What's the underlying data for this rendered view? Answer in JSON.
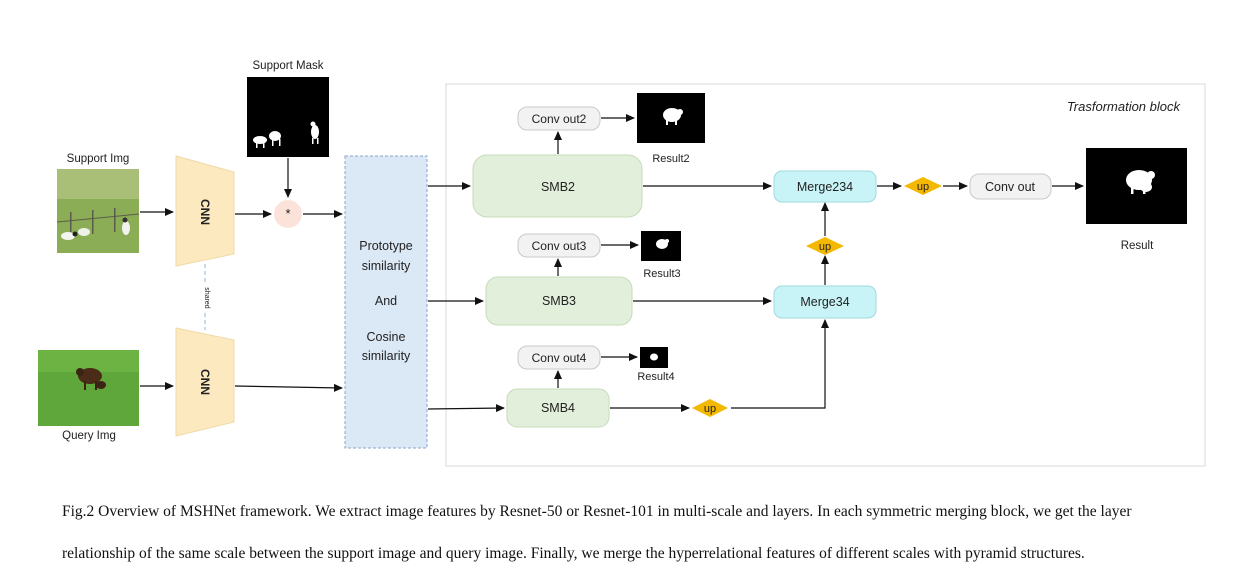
{
  "labels": {
    "support_mask": "Support Mask",
    "support_img": "Support Img",
    "query_img": "Query Img",
    "cnn_top": "CNN",
    "cnn_bottom": "CNN",
    "shared": "shared",
    "multiply": "*",
    "sim_line1": "Prototype",
    "sim_line2": "similarity",
    "sim_line3": "And",
    "sim_line4": "Cosine",
    "sim_line5": "similarity",
    "transformation_block": "Trasformation block",
    "smb2": "SMB2",
    "smb3": "SMB3",
    "smb4": "SMB4",
    "conv_out2": "Conv out2",
    "conv_out3": "Conv out3",
    "conv_out4": "Conv out4",
    "result2": "Result2",
    "result3": "Result3",
    "result4": "Result4",
    "merge234": "Merge234",
    "merge34": "Merge34",
    "up1": "up",
    "up2": "up",
    "up3": "up",
    "conv_out": "Conv out",
    "result": "Result"
  },
  "caption": {
    "line1": "Fig.2 Overview of MSHNet framework. We extract image features by Resnet-50 or Resnet-101 in multi-scale and layers. In each  symmetric merging block, we get the layer",
    "line2": "relationship of the same scale between the support image and query image. Finally, we merge the hyperrelational features of different scales with pyramid structures."
  },
  "colors": {
    "cnn_fill": "#fde9c0",
    "sim_fill": "#dbe8f5",
    "smb_fill": "#e2efda",
    "merge_fill": "#c8f4f7",
    "conv_fill": "#f2f2f2",
    "up_fill": "#f5b800",
    "mult_fill": "#fbe3da"
  }
}
